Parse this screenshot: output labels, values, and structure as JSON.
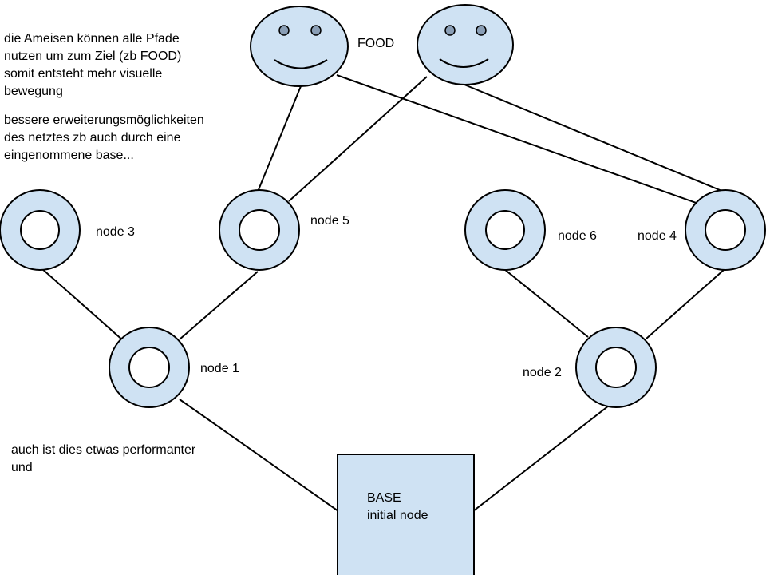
{
  "colors": {
    "node_fill": "#cfe2f3",
    "stroke": "#000000",
    "inner_fill": "#ffffff",
    "eye_fill": "#8a9eb5",
    "background": "#ffffff"
  },
  "notes": {
    "top_left": [
      "die Ameisen können alle Pfade",
      "nutzen um zum Ziel (zb FOOD)",
      "somit entsteht mehr visuelle",
      "bewegung",
      "",
      "bessere erweiterungsmöglichkeiten",
      "des netztes zb auch durch eine",
      "eingenommene base..."
    ],
    "bottom_left": [
      "auch ist dies etwas performanter",
      "und"
    ]
  },
  "food": {
    "label": "FOOD",
    "icon": "smiley-face"
  },
  "nodes": {
    "node1": "node 1",
    "node2": "node 2",
    "node3": "node 3",
    "node4": "node 4",
    "node5": "node 5",
    "node6": "node 6"
  },
  "base": {
    "title": "BASE",
    "subtitle": "initial node"
  }
}
